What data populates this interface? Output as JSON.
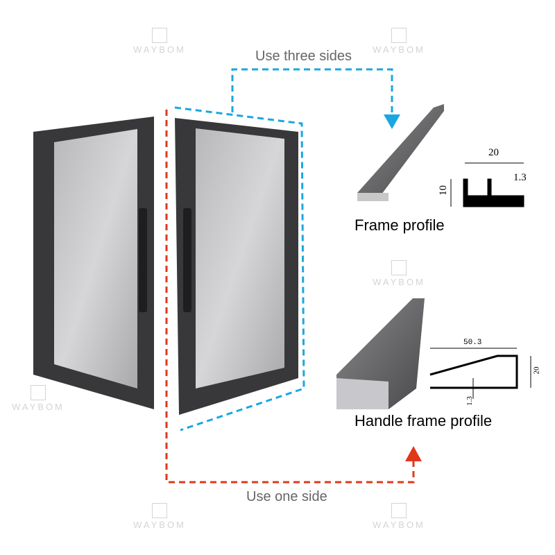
{
  "watermark": "WAYBOM",
  "labels": {
    "three_sides": "Use three sides",
    "one_side": "Use one side",
    "frame_profile": "Frame profile",
    "handle_frame_profile": "Handle frame profile"
  },
  "frame_dims": {
    "width": "20",
    "height": "10",
    "thickness": "1.3"
  },
  "handle_dims": {
    "width": "50.3",
    "height": "20",
    "thickness": "1.3"
  },
  "colors": {
    "blue": "#1aa7e0",
    "red": "#e0381a",
    "frame": "#3a3a3c"
  }
}
